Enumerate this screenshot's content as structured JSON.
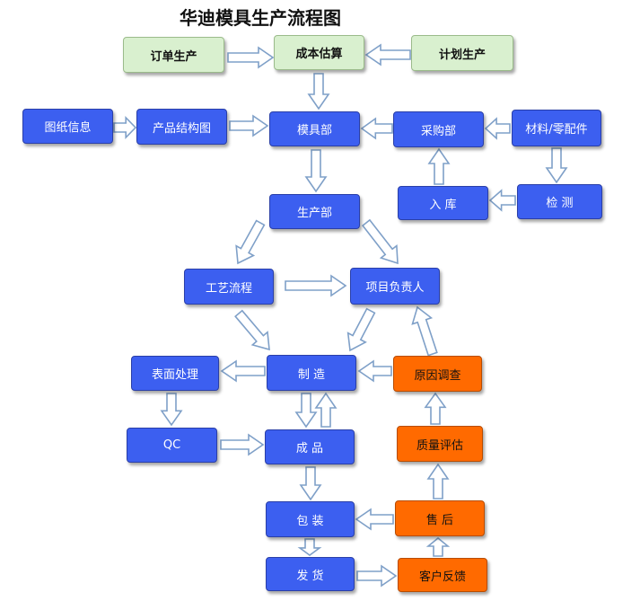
{
  "title": "华迪模具生产流程图",
  "colors": {
    "green": "#d9f0cf",
    "blue": "#3c5ff0",
    "orange": "#ff6a00",
    "arrow_stroke": "#7fa0c8",
    "arrow_fill": "#ffffff"
  },
  "nodes": {
    "order": "订单生产",
    "cost": "成本估算",
    "plan": "计划生产",
    "drawing": "图纸信息",
    "structure": "产品结构图",
    "mold": "模具部",
    "purchase": "采购部",
    "material": "材料/零配件",
    "storage": "入  库",
    "inspect": "检  测",
    "production": "生产部",
    "process": "工艺流程",
    "pm": "项目负责人",
    "surface": "表面处理",
    "make": "制  造",
    "cause": "原因调查",
    "qc": "QC",
    "product": "成  品",
    "quality": "质量评估",
    "pack": "包  装",
    "aftersale": "售  后",
    "ship": "发  货",
    "feedback": "客户反馈"
  }
}
